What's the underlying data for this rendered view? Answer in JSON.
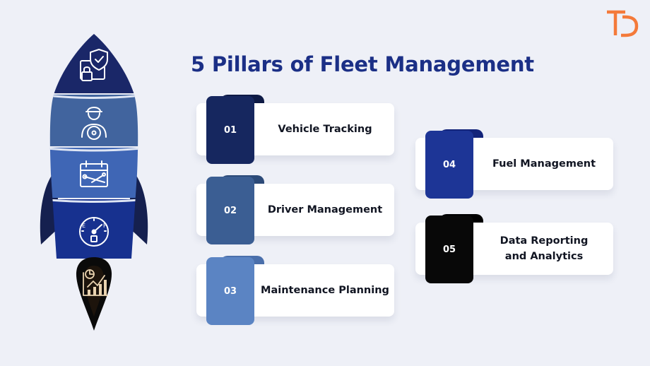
{
  "title": "5 Pillars of Fleet Management",
  "brand_logo": {
    "letters": "TD",
    "color": "#f47a3a"
  },
  "rocket": {
    "segments": [
      {
        "icon": "security-lock-shield-icon",
        "color": "#1a2768"
      },
      {
        "icon": "driver-steering-wheel-icon",
        "color": "#41649e"
      },
      {
        "icon": "maintenance-calendar-tools-icon",
        "color": "#3f66b5"
      },
      {
        "icon": "fuel-gauge-icon",
        "color": "#17318f"
      },
      {
        "icon": "analytics-chart-icon",
        "color": "#0a0a0a"
      }
    ]
  },
  "pillars": [
    {
      "number": "01",
      "label": "Vehicle Tracking",
      "color": "#16275f",
      "back": "#0e1a45"
    },
    {
      "number": "02",
      "label": "Driver Management",
      "color": "#3b5e93",
      "back": "#2c4a78"
    },
    {
      "number": "03",
      "label": "Maintenance Planning",
      "color": "#5b84c3",
      "back": "#4a6fab"
    },
    {
      "number": "04",
      "label": "Fuel Management",
      "color": "#1d3596",
      "back": "#13247a"
    },
    {
      "number": "05",
      "label": "Data Reporting and Analytics",
      "color": "#080808",
      "back": "#000000"
    }
  ]
}
